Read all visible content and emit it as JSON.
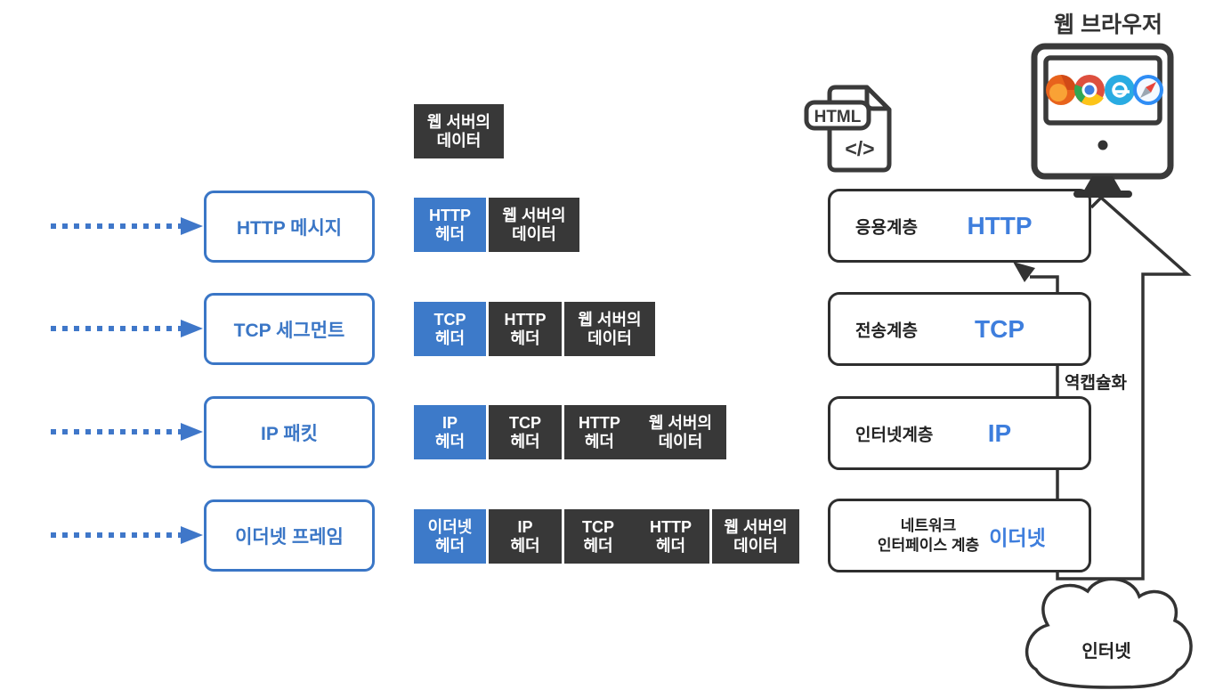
{
  "title": "웹 브라우저",
  "colors": {
    "accent_blue": "#3a76c6",
    "header_block_blue": "#3d7ac9",
    "protocol_blue": "#3e7edd",
    "dark_block": "#383838",
    "line_dark": "#333333"
  },
  "pdus": [
    {
      "label": "HTTP 메시지"
    },
    {
      "label": "TCP 세그먼트"
    },
    {
      "label": "IP 패킷"
    },
    {
      "label": "이더넷 프레임"
    }
  ],
  "source_block": {
    "line1": "웹 서버의",
    "line2": "데이터"
  },
  "stack_rows": [
    {
      "segments": [
        {
          "type": "header",
          "l1": "HTTP",
          "l2": "헤더"
        },
        {
          "type": "data",
          "l1": "웹 서버의",
          "l2": "데이터"
        }
      ]
    },
    {
      "segments": [
        {
          "type": "header",
          "l1": "TCP",
          "l2": "헤더"
        },
        {
          "type": "payload",
          "l1": "HTTP",
          "l2": "헤더"
        },
        {
          "type": "data",
          "l1": "웹 서버의",
          "l2": "데이터"
        }
      ]
    },
    {
      "segments": [
        {
          "type": "header",
          "l1": "IP",
          "l2": "헤더"
        },
        {
          "type": "payload",
          "l1": "TCP",
          "l2": "헤더"
        },
        {
          "type": "payload",
          "l1": "HTTP",
          "l2": "헤더"
        },
        {
          "type": "data",
          "l1": "웹 서버의",
          "l2": "데이터"
        }
      ]
    },
    {
      "segments": [
        {
          "type": "header",
          "l1": "이더넷",
          "l2": "헤더"
        },
        {
          "type": "payload",
          "l1": "IP",
          "l2": "헤더"
        },
        {
          "type": "payload",
          "l1": "TCP",
          "l2": "헤더"
        },
        {
          "type": "payload",
          "l1": "HTTP",
          "l2": "헤더"
        },
        {
          "type": "data",
          "l1": "웹 서버의",
          "l2": "데이터"
        }
      ]
    }
  ],
  "layers": [
    {
      "name": "응용계층",
      "protocol": "HTTP"
    },
    {
      "name": "전송계층",
      "protocol": "TCP"
    },
    {
      "name": "인터넷계층",
      "protocol": "IP"
    },
    {
      "name_line1": "네트워크",
      "name_line2": "인터페이스 계층",
      "protocol": "이더넷"
    }
  ],
  "decapsulation_label": "역캡슐화",
  "cloud_label": "인터넷",
  "file_icon": {
    "badge": "HTML",
    "code": "</>"
  },
  "browser_logos": [
    "firefox",
    "chrome",
    "internet-explorer",
    "safari"
  ]
}
